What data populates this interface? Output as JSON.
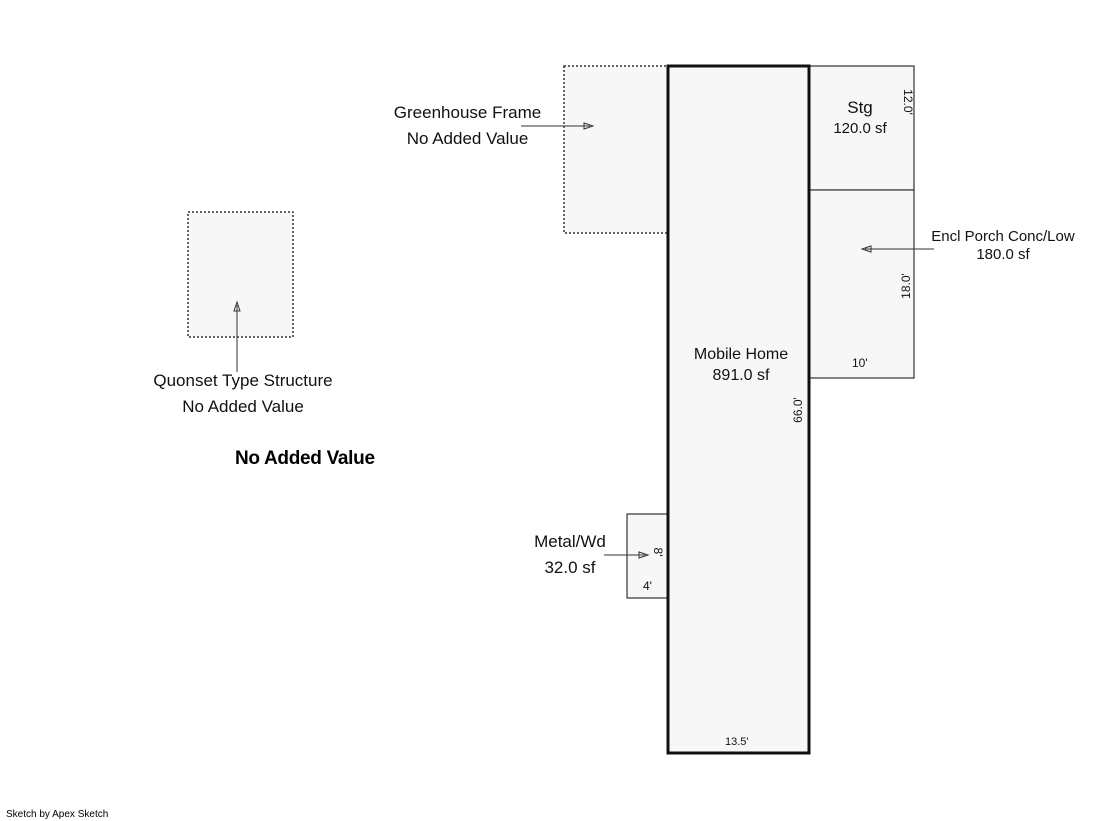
{
  "areas": {
    "mobile_home": {
      "name": "Mobile Home",
      "area": "891.0 sf",
      "width": "13.5'",
      "length": "66.0'"
    },
    "storage": {
      "name": "Stg",
      "area": "120.0 sf",
      "depth": "12.0'"
    },
    "porch": {
      "name": "Encl Porch Conc/Low",
      "area": "180.0 sf",
      "depth": "18.0'",
      "width": "10'"
    },
    "greenhouse": {
      "name": "Greenhouse Frame",
      "value_note": "No Added Value"
    },
    "quonset": {
      "name": "Quonset Type Structure",
      "value_note": "No Added Value"
    },
    "metal": {
      "name": "Metal/Wd",
      "area": "32.0 sf",
      "depth": "8'",
      "width": "4'"
    }
  },
  "notice": "No Added Value",
  "credit": "Sketch by Apex Sketch"
}
